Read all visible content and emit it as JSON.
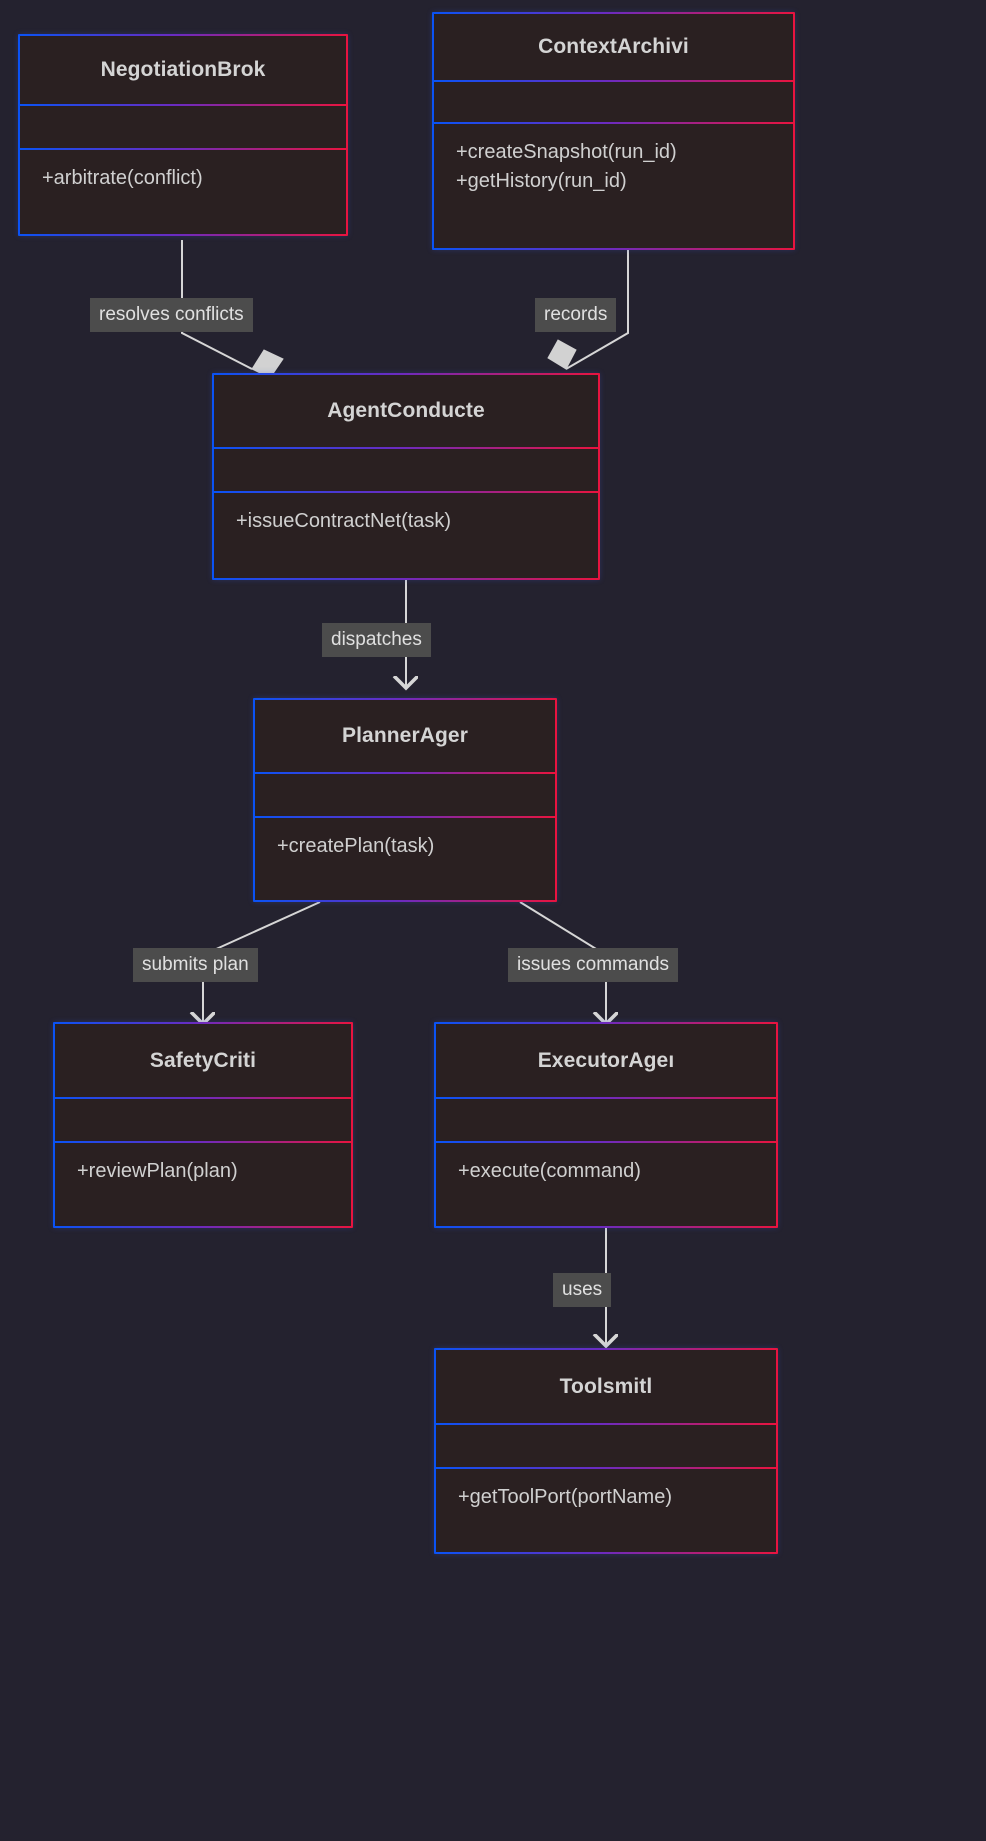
{
  "diagram": {
    "type": "uml-class-diagram",
    "background_color": "#24222f",
    "box_fill_color": "#2a2021",
    "border_gradient": [
      "#0a53f5",
      "#6b2bc0",
      "#e8143f"
    ],
    "edge_color": "#d6d6d6",
    "label_background": "#4c4c4c",
    "text_color": "#d4d4d4"
  },
  "classes": [
    {
      "id": "negotiation-broker",
      "title": "NegotiationBrok",
      "attributes": [],
      "methods": [
        "+arbitrate(conflict)"
      ]
    },
    {
      "id": "context-archivist",
      "title": "ContextArchivi",
      "attributes": [],
      "methods": [
        "+createSnapshot(run_id)",
        "+getHistory(run_id)"
      ]
    },
    {
      "id": "agent-conductor",
      "title": "AgentConductе",
      "attributes": [],
      "methods": [
        "+issueContractNet(task)"
      ]
    },
    {
      "id": "planner-agent",
      "title": "PlannerAger",
      "attributes": [],
      "methods": [
        "+createPlan(task)"
      ]
    },
    {
      "id": "safety-critic",
      "title": "SafetyCriti",
      "attributes": [],
      "methods": [
        "+reviewPlan(plan)"
      ]
    },
    {
      "id": "executor-agent",
      "title": "ExecutorAgeı",
      "attributes": [],
      "methods": [
        "+execute(command)"
      ]
    },
    {
      "id": "toolsmith",
      "title": "Toolsmitl",
      "attributes": [],
      "methods": [
        "+getToolPort(portName)"
      ]
    }
  ],
  "relationships": [
    {
      "id": "resolves-conflicts",
      "label": "resolves conflicts",
      "from": "negotiation-broker",
      "to": "agent-conductor",
      "arrow": "diamond"
    },
    {
      "id": "records",
      "label": "records",
      "from": "context-archivist",
      "to": "agent-conductor",
      "arrow": "diamond"
    },
    {
      "id": "dispatches",
      "label": "dispatches",
      "from": "agent-conductor",
      "to": "planner-agent",
      "arrow": "open"
    },
    {
      "id": "submits-plan",
      "label": "submits plan",
      "from": "planner-agent",
      "to": "safety-critic",
      "arrow": "open"
    },
    {
      "id": "issues-commands",
      "label": "issues commands",
      "from": "planner-agent",
      "to": "executor-agent",
      "arrow": "open"
    },
    {
      "id": "uses",
      "label": "uses",
      "from": "executor-agent",
      "to": "toolsmith",
      "arrow": "open"
    }
  ]
}
